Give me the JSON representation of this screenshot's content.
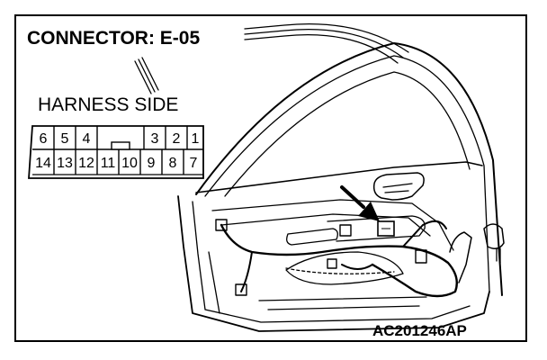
{
  "title": "CONNECTOR: E-05",
  "harness_label": "HARNESS SIDE",
  "reference_code": "AC201246AP",
  "connector": {
    "top_row": [
      "6",
      "5",
      "4",
      "",
      "",
      "3",
      "2",
      "1"
    ],
    "bottom_row": [
      "14",
      "13",
      "12",
      "11",
      "10",
      "9",
      "8",
      "7"
    ]
  },
  "icons": [
    "door-trim-panel-illustration",
    "arrow-icon",
    "connector-icon"
  ]
}
